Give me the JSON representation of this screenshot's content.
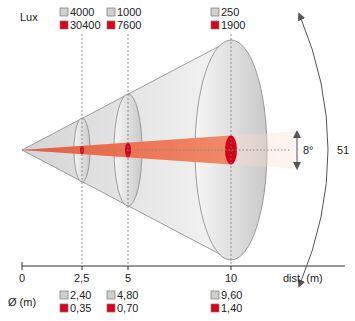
{
  "diagram": {
    "labels": [
      "Lux",
      "4000",
      "30400",
      "1000",
      "7600",
      "250",
      "1900",
      "8°",
      "51",
      "0",
      "2,5",
      "5",
      "10",
      "dist. (m)",
      "Ø (m)",
      "2,40",
      "0,35",
      "4,80",
      "0,70",
      "9,60",
      "1,40"
    ]
  }
}
